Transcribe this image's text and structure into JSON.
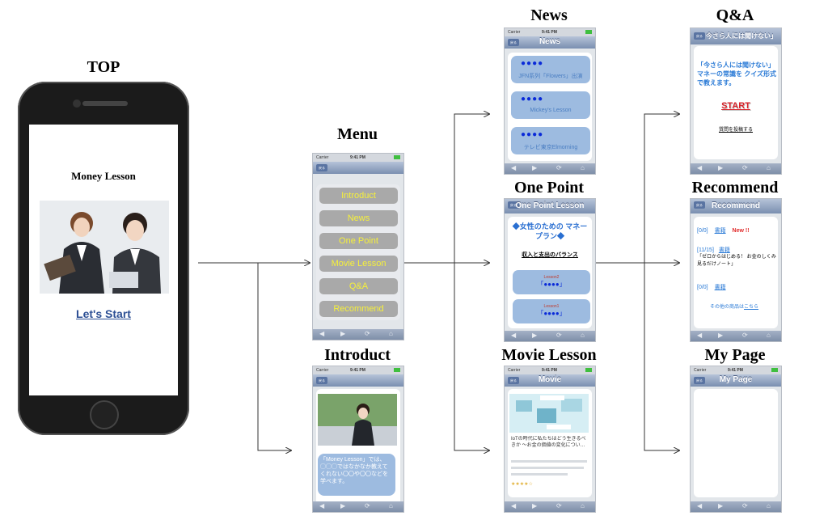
{
  "screens": {
    "top": {
      "label": "TOP",
      "app_title": "Money Lesson",
      "start_link": "Let's Start"
    },
    "menu": {
      "label": "Menu",
      "items": [
        "Introduct",
        "News",
        "One Point",
        "Movie Lesson",
        "Q&A",
        "Recommend"
      ]
    },
    "introduct": {
      "label": "Introduct",
      "bubble": "「Money Lesson」では、◯◯◯ではなかなか教えてくれない〇〇や〇〇などを学べます。"
    },
    "news": {
      "label": "News",
      "nav_title": "News",
      "items": [
        {
          "dots": "●●●●",
          "caption": "JFN系列「Flowers」出演"
        },
        {
          "dots": "●●●●",
          "caption": "Mickey's Lesson"
        },
        {
          "dots": "●●●●",
          "caption": "テレビ東京Elmorning"
        }
      ]
    },
    "one_point": {
      "label": "One Point",
      "nav_title": "One Point Lesson",
      "heading": "◆女性のための マネープラン◆",
      "subheading": "収入と支出のバランス",
      "lessons": [
        {
          "label": "Lesson2",
          "value": "「●●●●」"
        },
        {
          "label": "Lesson1",
          "value": "「●●●●」"
        }
      ]
    },
    "movie_lesson": {
      "label": "Movie Lesson",
      "nav_title": "Movie",
      "article_title": "IoTの時代に私たちはどう生きるべきか 〜お金の価値の変化につい…"
    },
    "qa": {
      "label": "Q&A",
      "nav_title": "今さら人には聞けない」",
      "intro": "「今さら人には聞けない」マネーの常識を クイズ形式で教えます。",
      "start": "START",
      "post_link": "質問を投稿する"
    },
    "recommend": {
      "label": "Recommend",
      "nav_title": "Recommend",
      "entries": [
        {
          "date": "[0/0]",
          "link": "書籍",
          "badge": "New !!"
        },
        {
          "date": "[11/15]",
          "link": "書籍",
          "text": "「ゼロからはじめる！ お金のしくみ 見るだけノート」"
        },
        {
          "date": "[0/0]",
          "link": "書籍"
        }
      ],
      "more_prefix": "その他の商品は",
      "more_link": "こちら"
    },
    "my_page": {
      "label": "My Page",
      "nav_title": "My Page"
    }
  },
  "status_bar": {
    "carrier": "Carrier",
    "time": "9:41 PM",
    "back": "戻る"
  },
  "colors": {
    "menu_button": "#a9a9a9",
    "menu_text": "#f6f03a",
    "news_item": "#9dbbe0",
    "link": "#2c4f94",
    "nav": "#7a8fb0"
  }
}
